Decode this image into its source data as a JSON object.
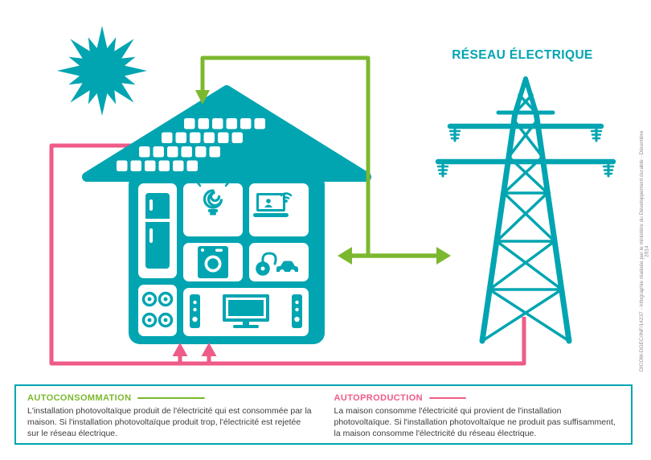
{
  "header": {
    "grid_title": "RÉSEAU ÉLECTRIQUE"
  },
  "colors": {
    "teal": "#00a5b1",
    "green": "#7cb82f",
    "pink": "#ef5b87",
    "text": "#3c3c3b"
  },
  "legend": {
    "autoconsommation": {
      "heading": "AUTOCONSOMMATION",
      "body": "L'installation photovoltaïque produit de l'électricité qui est consommée par la maison. Si l'installation photovoltaïque produit trop, l'électricité est rejetée sur le réseau électrique."
    },
    "autoproduction": {
      "heading": "AUTOPRODUCTION",
      "body": "La maison consomme l'électricité qui provient de l'installation photovoltaïque. Si l'installation photovoltaïque ne produit pas suffisamment, la maison consomme l'électricité du réseau électrique."
    }
  },
  "credit": "DICOM-DGEC/INF/14237 - Infographie réalisée par le ministère du Développement durable - Décembre 2014"
}
